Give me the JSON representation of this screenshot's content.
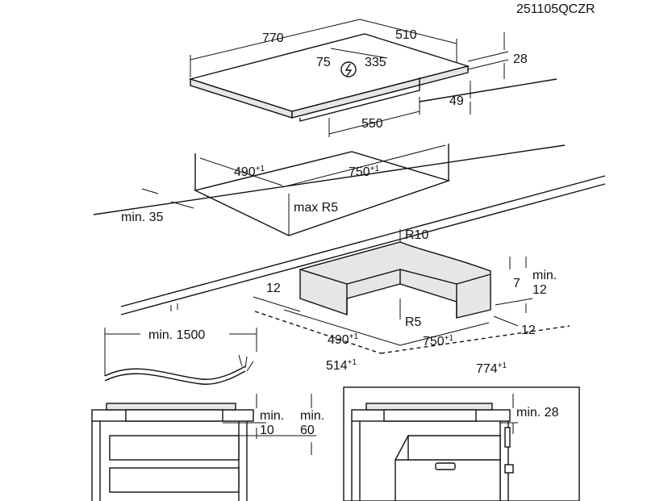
{
  "drawing_code": "251105QCZR",
  "hob": {
    "width": "770",
    "depth": "510",
    "mark_left": "75",
    "mark_right": "335",
    "thickness": "28",
    "height": "49",
    "inner_width": "550",
    "symbol": "power-connection-icon"
  },
  "cutout": {
    "depth": "490",
    "depth_tol": "+1",
    "width": "750",
    "width_tol": "+1",
    "min_front": "min. 35",
    "radius": "max R5"
  },
  "frame": {
    "outer_radius": "R10",
    "inner_radius": "R5",
    "margin_left": "12",
    "margin_right": "12",
    "offset": "7",
    "min_label": "min.",
    "min_value": "12",
    "inner_depth": "490",
    "inner_depth_tol": "+1",
    "inner_width": "750",
    "inner_width_tol": "+1",
    "outer_depth": "514",
    "outer_depth_tol": "+1",
    "outer_width": "774",
    "outer_width_tol": "+1"
  },
  "cable": {
    "length": "min. 1500"
  },
  "section_left": {
    "gap_min": "min.",
    "gap_value": "10",
    "space_min": "min.",
    "space_value": "60"
  },
  "section_right": {
    "gap": "min. 28"
  }
}
